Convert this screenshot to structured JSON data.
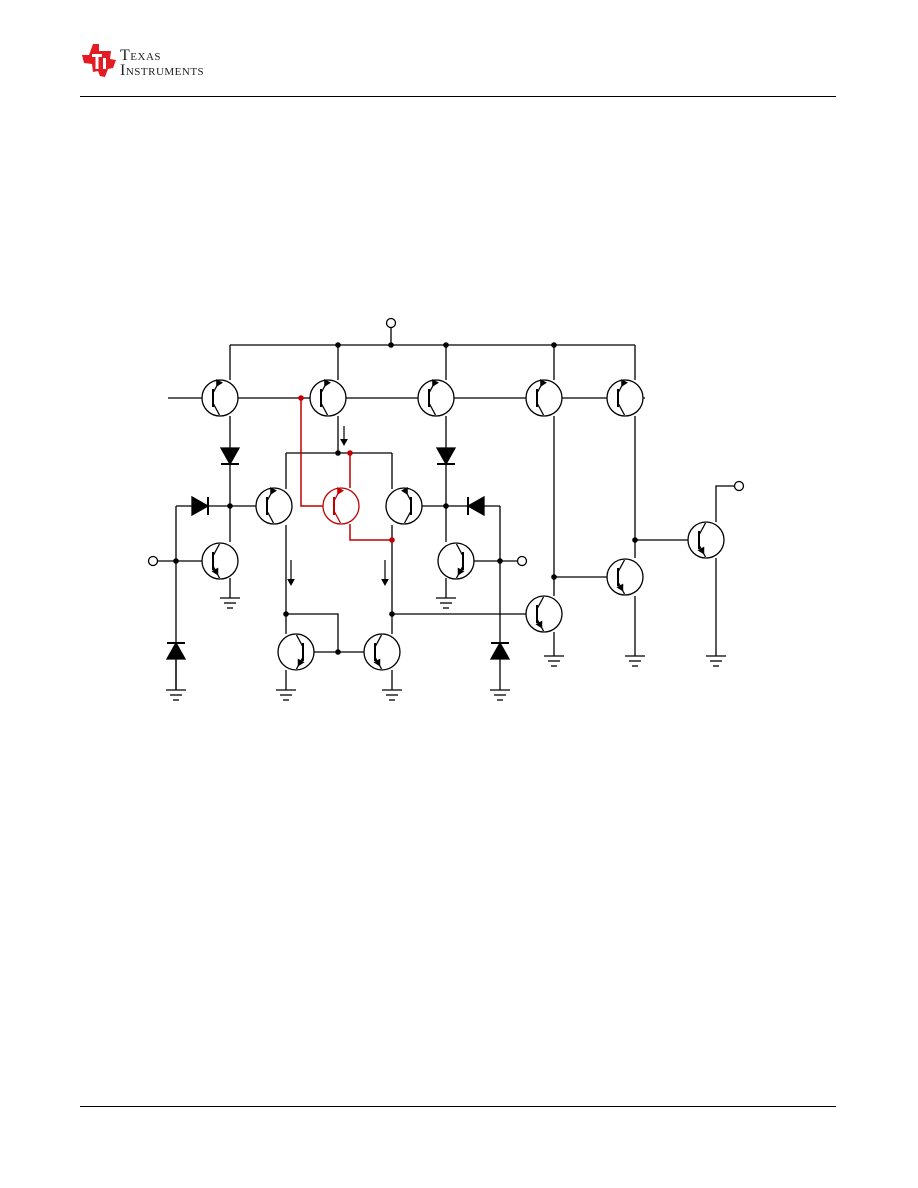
{
  "brand": {
    "line1_first": "T",
    "line1_rest": "EXAS",
    "line2_first": "I",
    "line2_rest": "NSTRUMENTS",
    "logo_color": "#e31b23"
  },
  "colors": {
    "wire": "#000000",
    "highlight": "#c00000"
  }
}
